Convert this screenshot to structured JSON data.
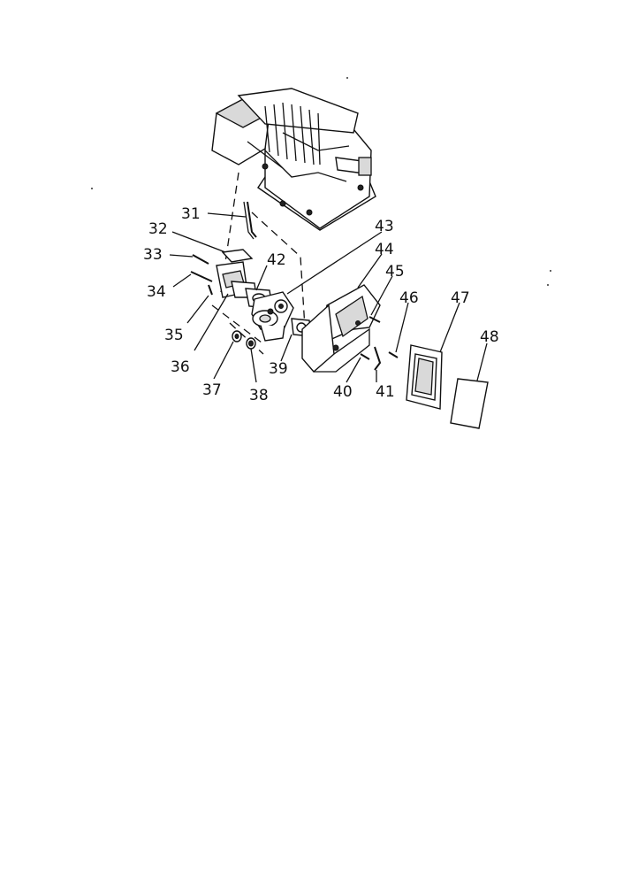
{
  "diagram": {
    "type": "exploded parts diagram",
    "part_numbers": [
      "31",
      "32",
      "33",
      "34",
      "35",
      "36",
      "37",
      "38",
      "39",
      "40",
      "41",
      "42",
      "43",
      "44",
      "45",
      "46",
      "47",
      "48"
    ]
  }
}
